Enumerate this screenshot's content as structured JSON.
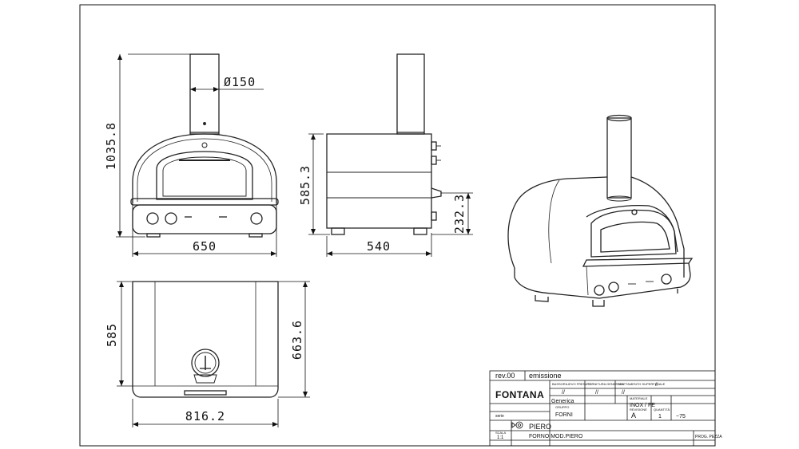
{
  "dimensions": {
    "front_height_total": "1035.8",
    "flue_diameter": "Ø150",
    "front_width": "650",
    "side_height": "585.3",
    "side_depth": "540",
    "side_lower_height": "232.3",
    "top_depth": "585",
    "top_depth_total": "663.6",
    "top_width": "816.2"
  },
  "title_block": {
    "rev_label": "rev.00",
    "rev_desc": "emissione",
    "brand": "FONTANA",
    "hdr_col1": "BASSORILIEVO FRESATO",
    "hdr_col2": "TORNITURA GENERALE",
    "hdr_col3": "TRATTAMENTO SUPERFICIALE",
    "hdr_col3_val": "//",
    "val_a": "//",
    "val_b": "//",
    "val_c": "//",
    "generica": "Generica",
    "gruppo": "GRUPPO",
    "gruppo_val": "FORNI",
    "materiale_lbl": "MATERIALE",
    "materiale": "INOX / FE",
    "revisione_lbl": "REVISIONE",
    "revisione": "A",
    "quantita_lbl": "QUANTITÀ",
    "quantita": "1",
    "peso": "~75",
    "name": "PIERO",
    "scala_lbl": "SCALA",
    "scala": "1:1",
    "desc": "FORNO MOD.PIERO",
    "prog_lbl": "PROG. PEZZA",
    "serie_lbl": "serie"
  }
}
